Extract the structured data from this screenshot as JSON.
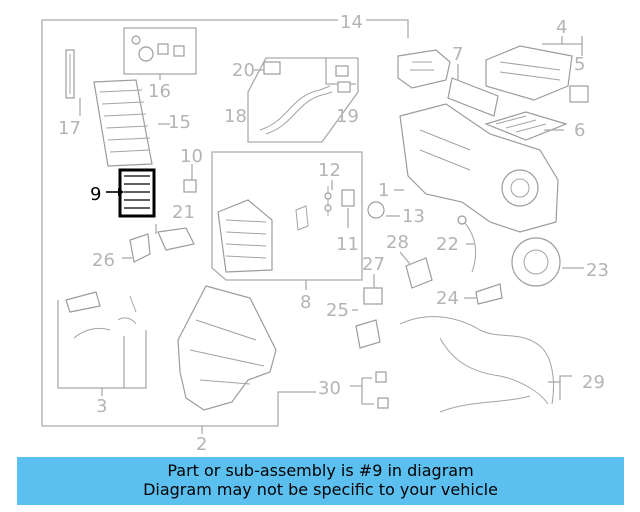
{
  "diagram": {
    "labels": {
      "n1": "1",
      "n2": "2",
      "n3": "3",
      "n4": "4",
      "n5": "5",
      "n6": "6",
      "n7": "7",
      "n8": "8",
      "n9": "9",
      "n10": "10",
      "n11": "11",
      "n12": "12",
      "n13": "13",
      "n14": "14",
      "n15": "15",
      "n16": "16",
      "n17": "17",
      "n18": "18",
      "n19": "19",
      "n20": "20",
      "n21": "21",
      "n22": "22",
      "n23": "23",
      "n24": "24",
      "n25": "25",
      "n26": "26",
      "n27": "27",
      "n28": "28",
      "n29": "29",
      "n30": "30"
    },
    "highlighted_part": "9",
    "highlight_color": "#000000",
    "part_line_color": "#a0a0a0"
  },
  "banner": {
    "line1": "Part or sub-assembly is #9 in diagram",
    "line2": "Diagram may not be specific to your vehicle",
    "background": "#5bc0f0"
  }
}
